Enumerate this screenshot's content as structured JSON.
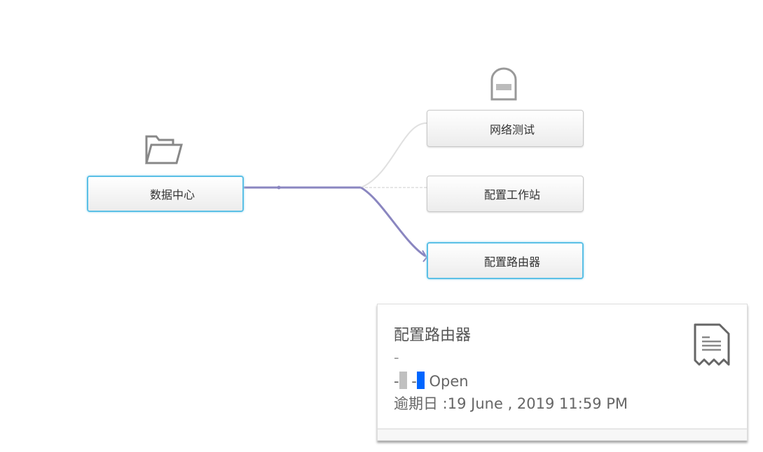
{
  "root_node": {
    "label": "数据中心",
    "icon": "folder-icon"
  },
  "children": [
    {
      "label": "网络测试",
      "icon": "lock-icon"
    },
    {
      "label": "配置工作站"
    },
    {
      "label": "配置路由器",
      "selected": true
    }
  ],
  "detail_card": {
    "title": "配置路由器",
    "description": "-",
    "status_prefix_1": "-",
    "status_prefix_2": "-",
    "status": "Open",
    "due_label": "逾期日 :",
    "due_date": "19 June , 2019 11:59 PM",
    "icon": "receipt-icon"
  },
  "colors": {
    "link_active": "#8a86c0",
    "link_inactive": "#e0e0e0",
    "selected_border": "#5bc0e6",
    "status_gray": "#c0c0c0",
    "status_blue": "#0066ff"
  }
}
